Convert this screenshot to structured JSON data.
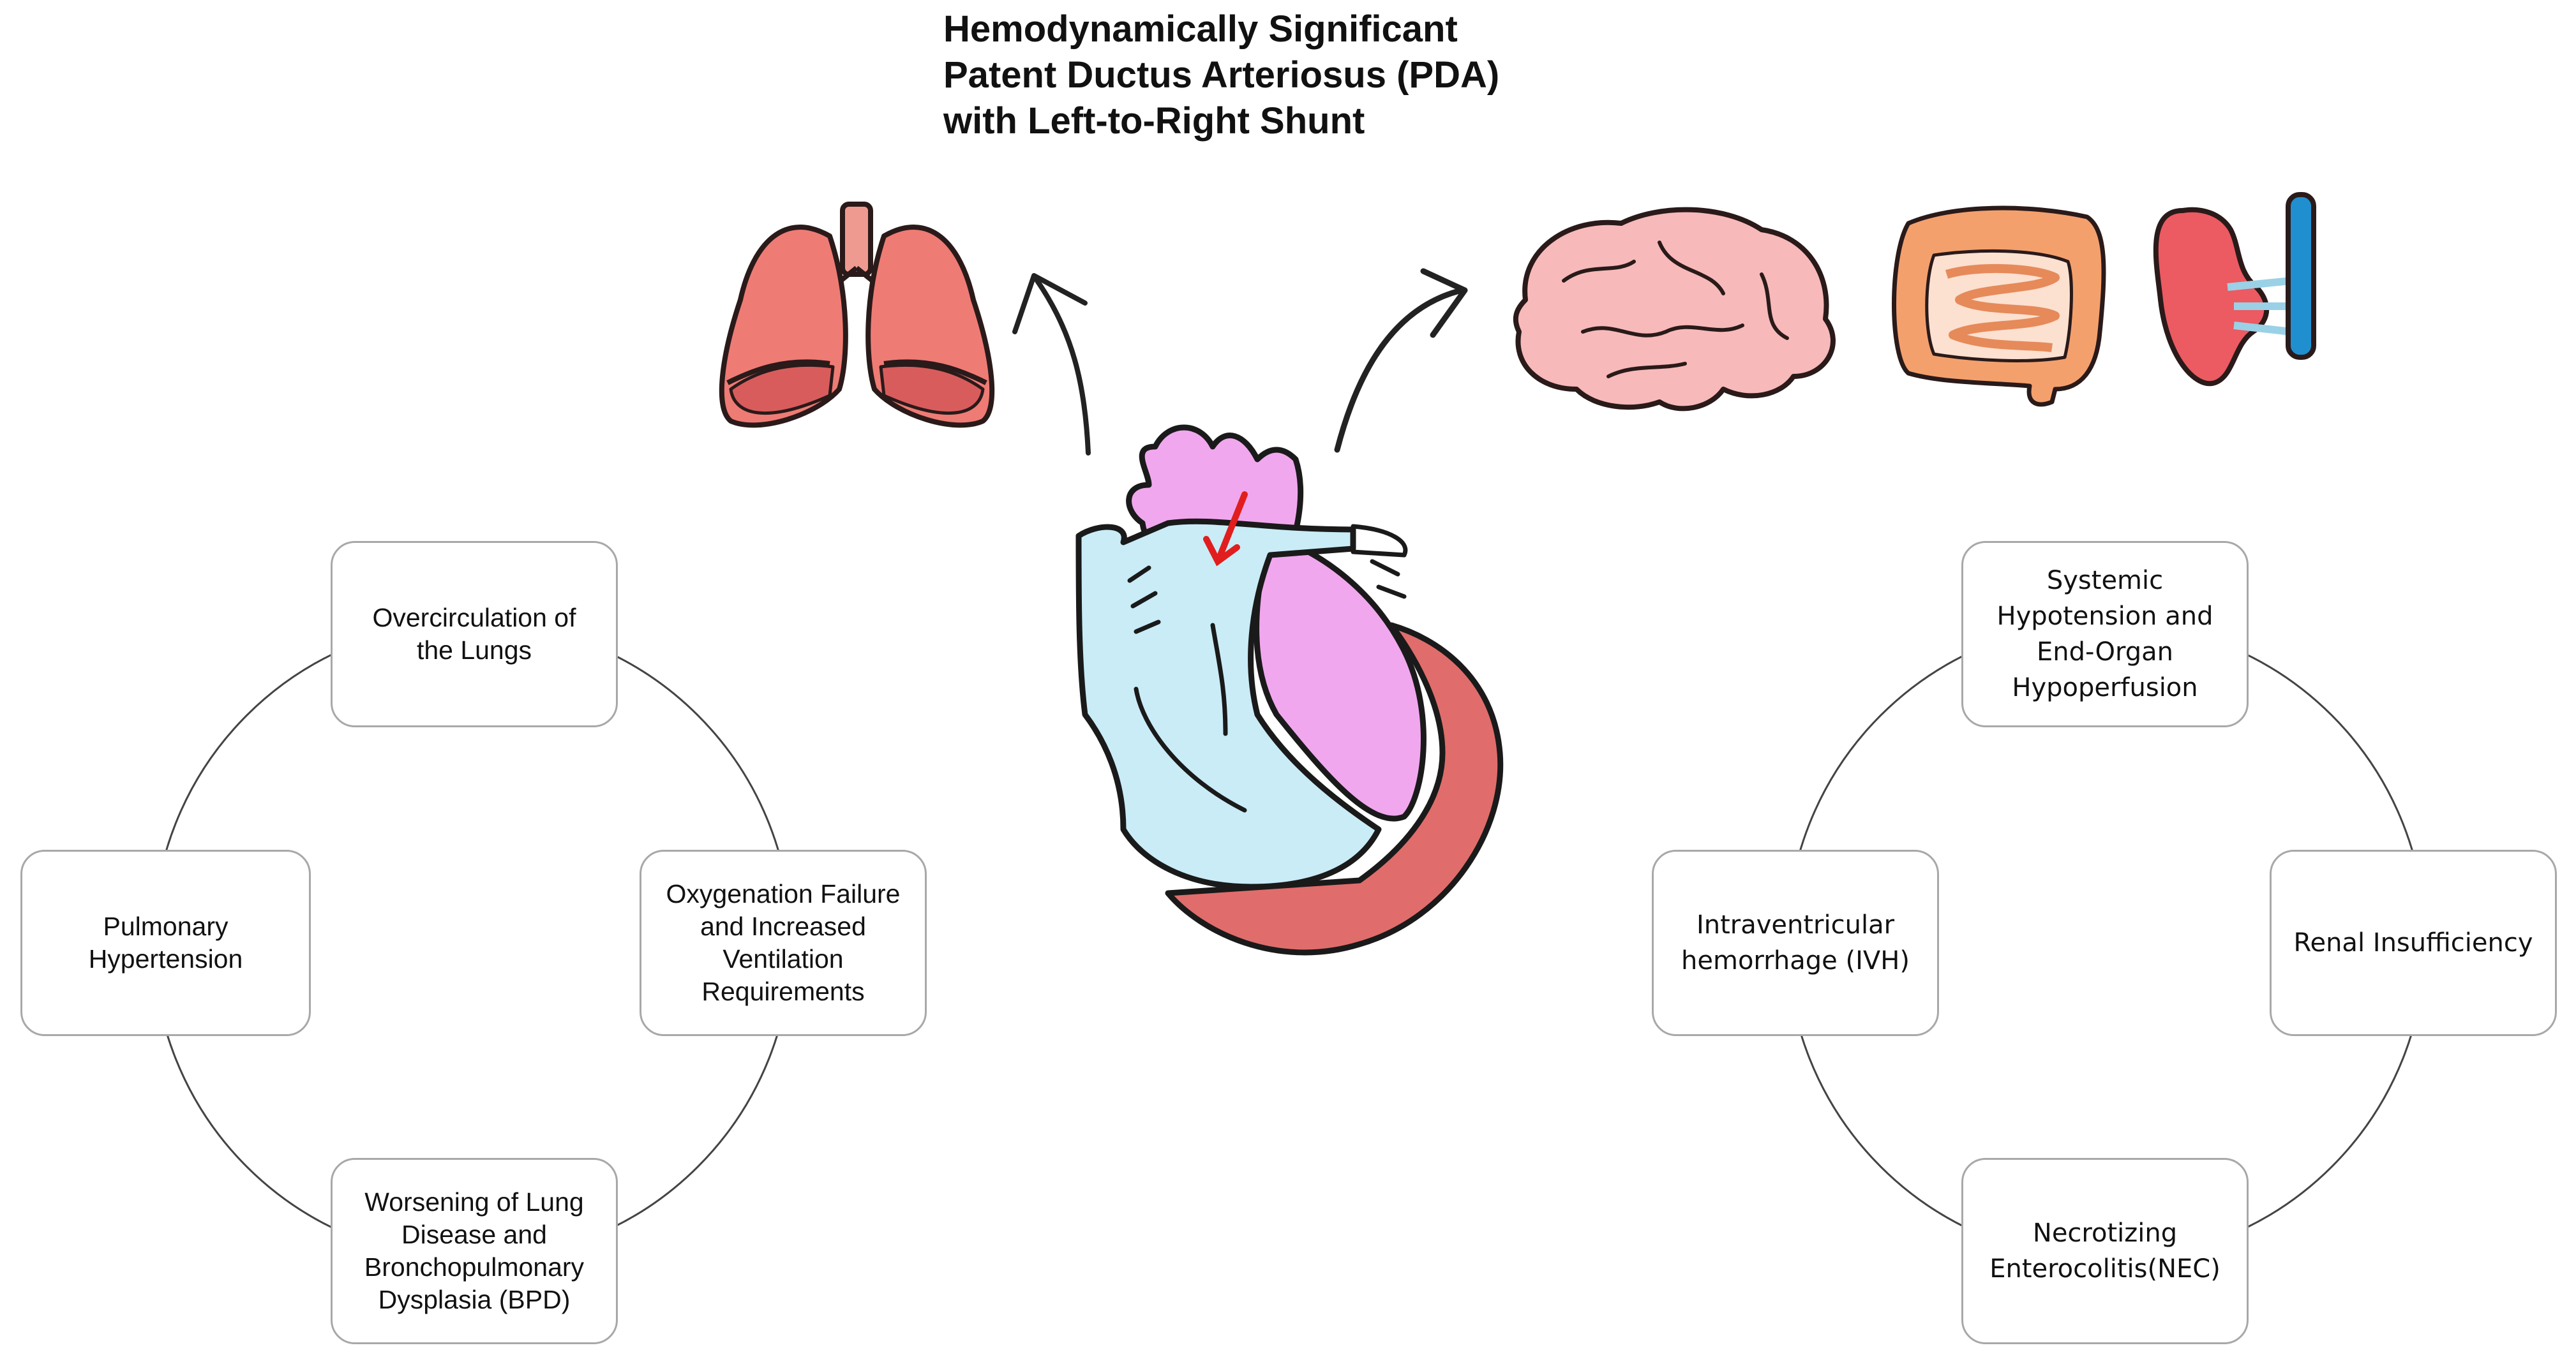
{
  "title": {
    "lines": [
      "Hemodynamically Significant",
      "Patent Ductus Arteriosus (PDA)",
      "with Left-to-Right Shunt"
    ]
  },
  "icons": [
    "lungs-icon",
    "brain-icon",
    "intestines-icon",
    "kidney-icon",
    "heart-icon"
  ],
  "colors": {
    "lung_fill": "#ef7b75",
    "brain_fill": "#f7b9b9",
    "intestine_fill": "#f4a06d",
    "kidney_fill": "#ec5a62",
    "heart_blue": "#c9ecf7",
    "heart_pink": "#f1a7ee",
    "heart_red": "#e06d6b",
    "shunt_arrow": "#e11d1d",
    "box_border": "#a8a8a8"
  },
  "pulmonary_cycle": {
    "top": "Overcirculation of the Lungs",
    "right": "Oxygenation Failure and Increased Ventilation Requirements",
    "bottom": "Worsening of Lung Disease and Bronchopulmonary Dysplasia (BPD)",
    "left": "Pulmonary Hypertension"
  },
  "systemic_cycle": {
    "top": "Systemic Hypotension and End-Organ Hypoperfusion",
    "right": "Renal Insufficiency",
    "bottom": "Necrotizing Enterocolitis(NEC)",
    "left": "Intraventricular hemorrhage (IVH)"
  }
}
